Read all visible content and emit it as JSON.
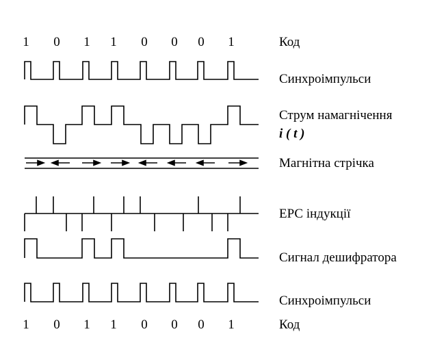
{
  "code_bits": [
    "1",
    "0",
    "1",
    "1",
    "0",
    "0",
    "0",
    "1"
  ],
  "labels": {
    "code_top": "Код",
    "sync_top": "Синхроімпульси",
    "current": "Струм намагнічення",
    "current_symbol": "i ( t )",
    "tape": "Магнітна стрічка",
    "emf": "ЕРС індукції",
    "decoder": "Сигнал дешифратора",
    "sync_bottom": "Синхроімпульси",
    "code_bottom": "Код"
  },
  "tape_directions": [
    "right",
    "left",
    "right",
    "right",
    "left",
    "left",
    "left",
    "right"
  ]
}
